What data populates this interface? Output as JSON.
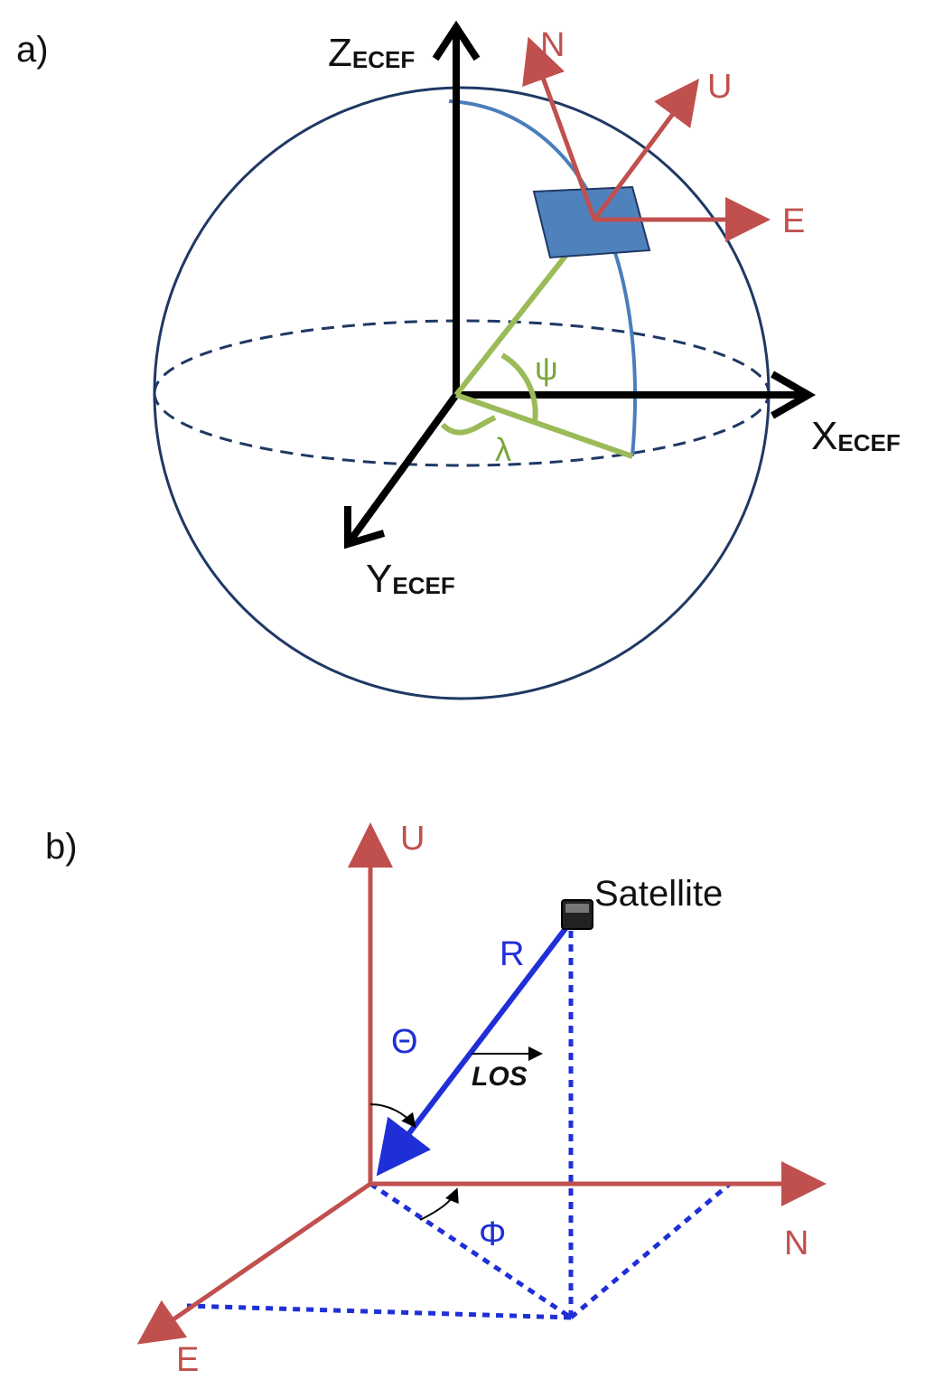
{
  "panel_a": {
    "label": "a)",
    "z_axis": {
      "main": "Z",
      "sub": "ECEF"
    },
    "x_axis": {
      "main": "X",
      "sub": "ECEF"
    },
    "y_axis": {
      "main": "Y",
      "sub": "ECEF"
    },
    "north": "N",
    "up": "U",
    "east": "E",
    "latitude_symbol": "ψ",
    "longitude_symbol": "λ"
  },
  "panel_b": {
    "label": "b)",
    "up": "U",
    "north": "N",
    "east": "E",
    "satellite": "Satellite",
    "range": "R",
    "zenith_symbol": "Θ",
    "azimuth_symbol": "Φ",
    "los": "LOS"
  },
  "colors": {
    "black_axis": "#000000",
    "enu_red": "#c0504d",
    "sphere_outline": "#1f3864",
    "meridian_blue": "#4a7ebb",
    "plane_fill": "#4f81bd",
    "angle_green": "#9bbb59",
    "los_blue": "#1f2fd8"
  }
}
